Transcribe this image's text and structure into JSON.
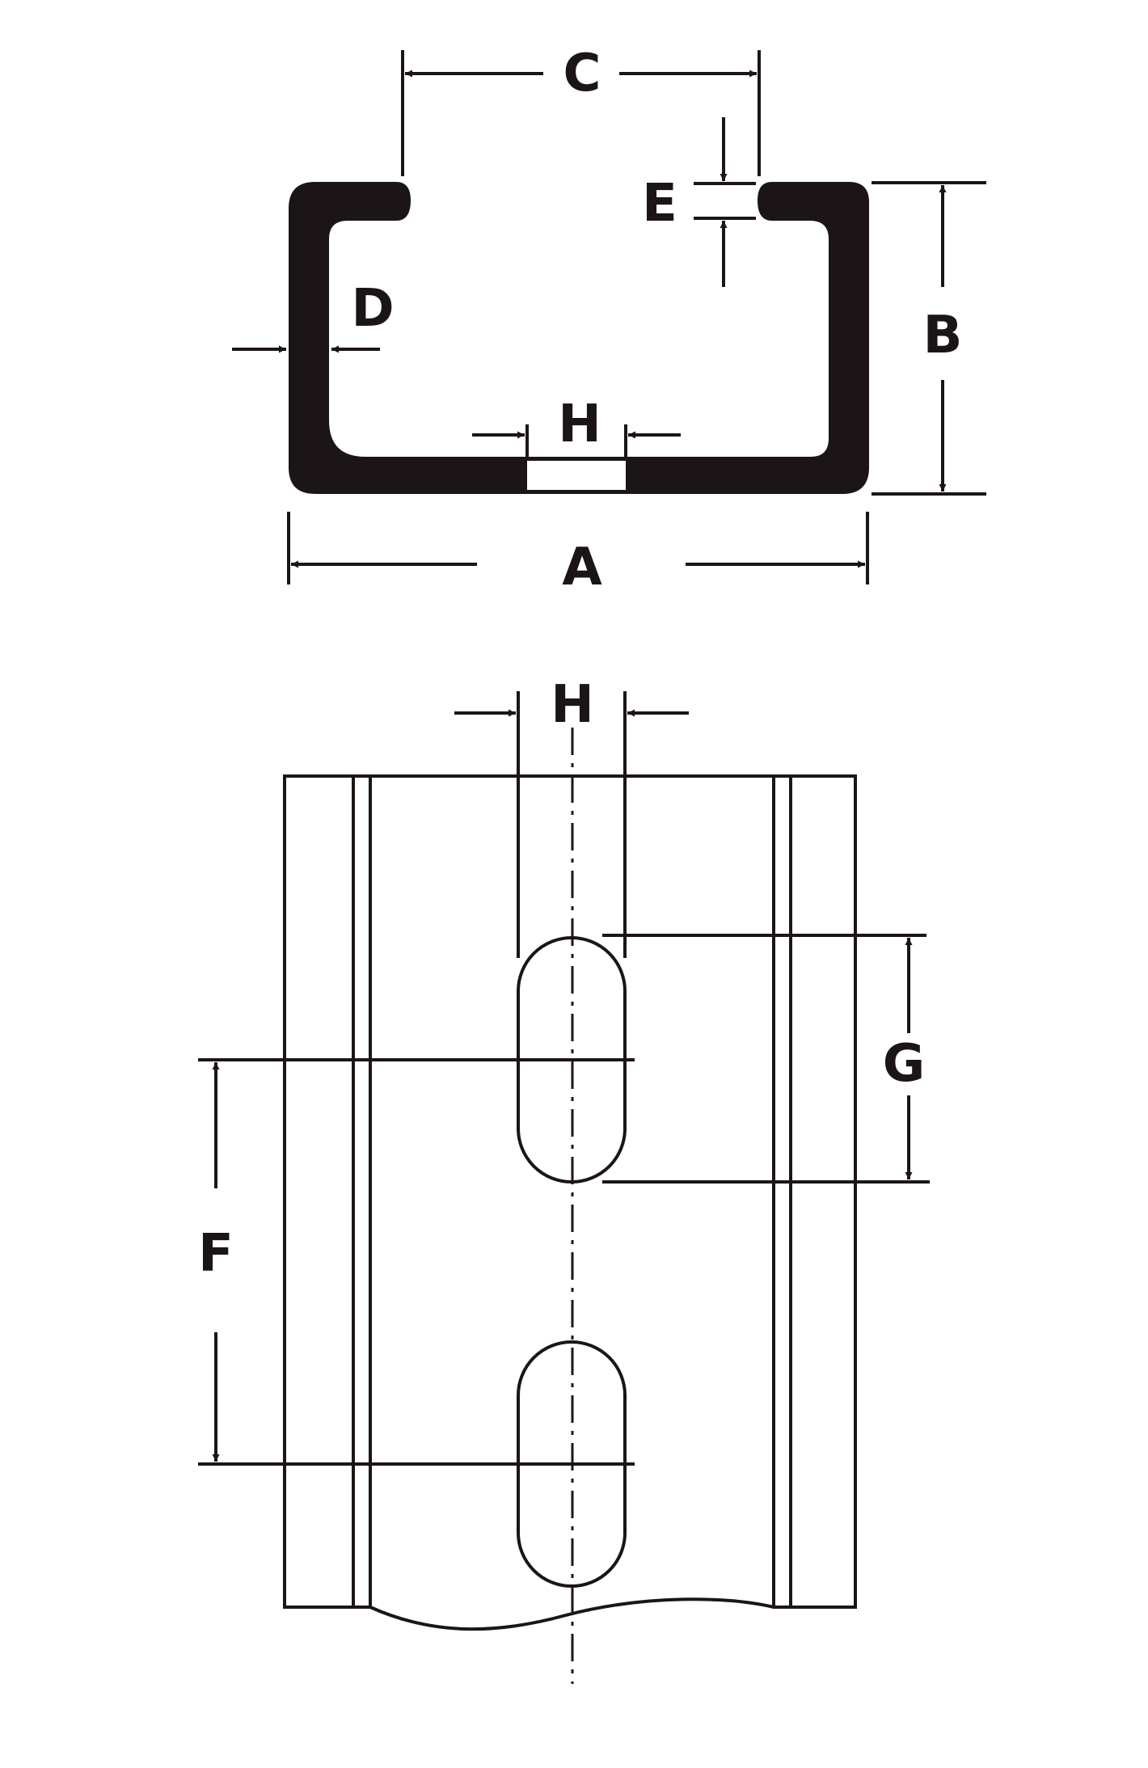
{
  "colors": {
    "ink": "#1c1517",
    "paper": "#ffffff"
  },
  "labels": {
    "A": "A",
    "B": "B",
    "C": "C",
    "D": "D",
    "E": "E",
    "H_top": "H",
    "H_bottom": "H",
    "G": "G",
    "F": "F"
  }
}
